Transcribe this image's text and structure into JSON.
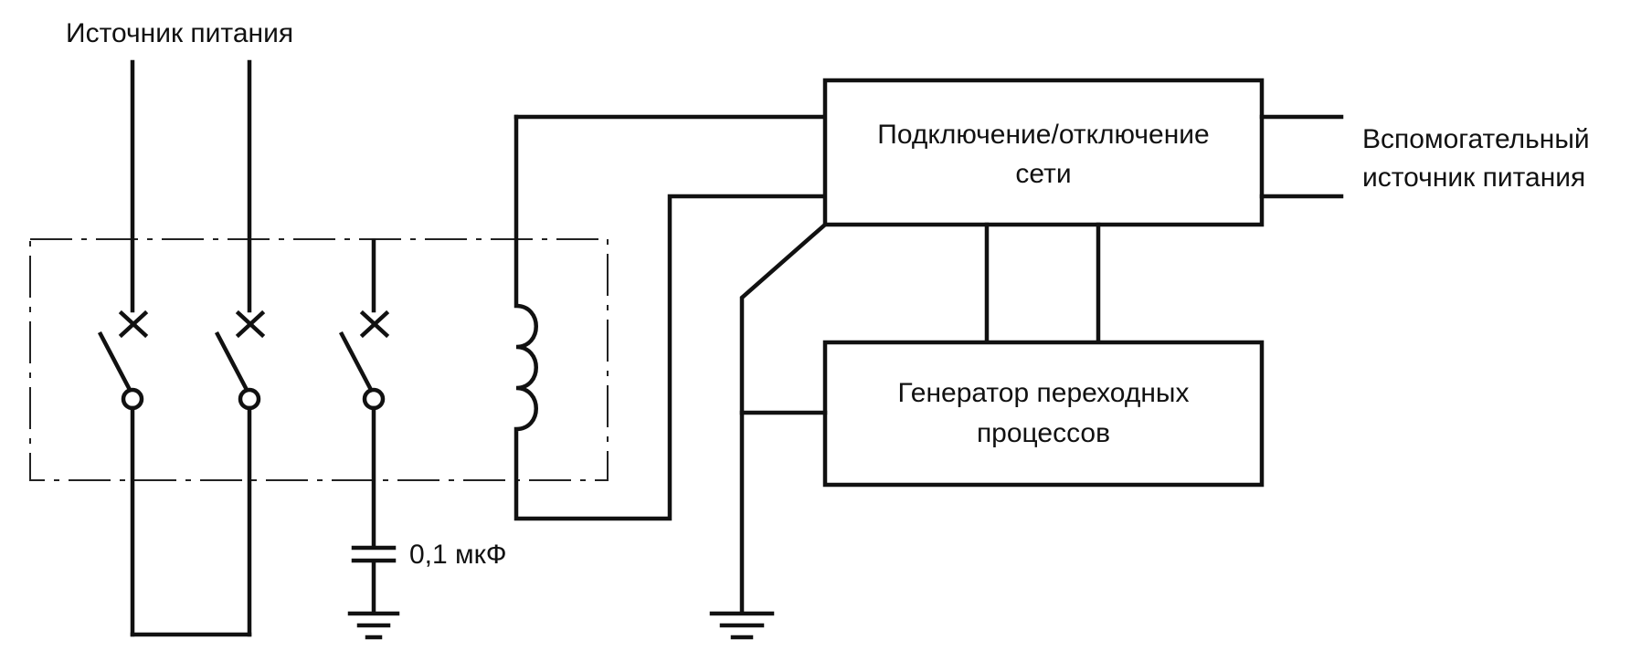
{
  "labels": {
    "power_source": "Источник питания",
    "network_box_line1": "Подключение/отключение",
    "network_box_line2": "сети",
    "aux_source_line1": "Вспомогательный",
    "aux_source_line2": "источник питания",
    "generator_line1": "Генератор переходных",
    "generator_line2": "процессов",
    "capacitor_value": "0,1 мкФ"
  }
}
